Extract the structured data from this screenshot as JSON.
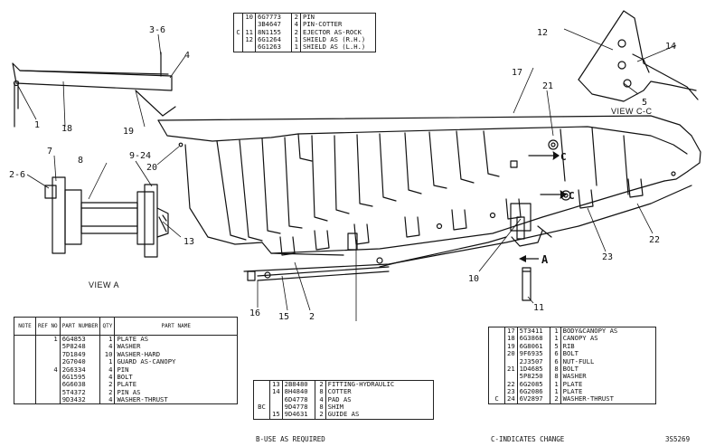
{
  "callouts": {
    "c1": "1",
    "c2": "2",
    "c2_6": "2-6",
    "c3_6": "3-6",
    "c4": "4",
    "c5": "5",
    "c7": "7",
    "c8": "8",
    "c9_24": "9-24",
    "c10": "10",
    "c11": "11",
    "c12": "12",
    "c13": "13",
    "c14": "14",
    "c15": "15",
    "c16": "16",
    "c17": "17",
    "c18": "18",
    "c19": "19",
    "c20": "20",
    "c21": "21",
    "c22": "22",
    "c23": "23",
    "arrow_a": "A",
    "arrow_c_top": "C",
    "arrow_c_bot": "C"
  },
  "views": {
    "view_a": "VIEW A",
    "view_cc": "VIEW C-C"
  },
  "top_table": {
    "rows": [
      {
        "note": "",
        "ref": "10",
        "part": "6G7773",
        "qty": "2",
        "name": "PIN"
      },
      {
        "note": "",
        "ref": "",
        "part": "3B4647",
        "qty": "4",
        "name": "PIN-COTTER"
      },
      {
        "note": "C",
        "ref": "11",
        "part": "8N1155",
        "qty": "2",
        "name": "EJECTOR AS-ROCK"
      },
      {
        "note": "",
        "ref": "12",
        "part": "6G1264",
        "qty": "1",
        "name": "SHIELD AS (R.H.)"
      },
      {
        "note": "",
        "ref": "",
        "part": "6G1263",
        "qty": "1",
        "name": "SHIELD AS (L.H.)"
      }
    ]
  },
  "left_table": {
    "headers": {
      "note": "NOTE",
      "ref": "REF NO",
      "part": "PART NUMBER",
      "qty": "QTY",
      "name": "PART NAME"
    },
    "rows": [
      {
        "note": "",
        "ref": "1",
        "part": "6G4853",
        "qty": "1",
        "name": "PLATE AS"
      },
      {
        "note": "",
        "ref": "",
        "part": "5P8248",
        "qty": "4",
        "name": "WASHER"
      },
      {
        "note": "",
        "ref": "",
        "part": "7D1849",
        "qty": "10",
        "name": "WASHER-HARD"
      },
      {
        "note": "",
        "ref": "",
        "part": "2G7040",
        "qty": "1",
        "name": "GUARD AS-CANOPY"
      },
      {
        "note": "",
        "ref": "4",
        "part": "2G6334",
        "qty": "4",
        "name": "PIN"
      },
      {
        "note": "",
        "ref": "",
        "part": "6G1595",
        "qty": "4",
        "name": "BOLT"
      },
      {
        "note": "",
        "ref": "",
        "part": "6G6038",
        "qty": "2",
        "name": "PLATE"
      },
      {
        "note": "",
        "ref": "",
        "part": "5T4372",
        "qty": "2",
        "name": "PIN AS"
      },
      {
        "note": "",
        "ref": "",
        "part": "9D3432",
        "qty": "4",
        "name": "WASHER-THRUST"
      }
    ]
  },
  "mid_table": {
    "rows": [
      {
        "note": "",
        "ref": "13",
        "part": "2B8480",
        "qty": "2",
        "name": "FITTING-HYDRAULIC"
      },
      {
        "note": "",
        "ref": "14",
        "part": "8H4840",
        "qty": "8",
        "name": "COTTER"
      },
      {
        "note": "",
        "ref": "",
        "part": "6D4778",
        "qty": "4",
        "name": "PAD AS"
      },
      {
        "note": "BC",
        "ref": "",
        "part": "9D4778",
        "qty": "8",
        "name": "SHIM"
      },
      {
        "note": "",
        "ref": "15",
        "part": "9D4631",
        "qty": "2",
        "name": "GUIDE AS"
      }
    ],
    "footnote": "B-USE AS REQUIRED"
  },
  "right_table": {
    "rows": [
      {
        "note": "",
        "ref": "17",
        "part": "5T3411",
        "qty": "1",
        "name": "BODY&CANOPY AS"
      },
      {
        "note": "",
        "ref": "18",
        "part": "6G3868",
        "qty": "1",
        "name": "CANOPY AS"
      },
      {
        "note": "",
        "ref": "19",
        "part": "6G8061",
        "qty": "5",
        "name": "RIB"
      },
      {
        "note": "",
        "ref": "20",
        "part": "9F6935",
        "qty": "6",
        "name": "BOLT"
      },
      {
        "note": "",
        "ref": "",
        "part": "2J3507",
        "qty": "6",
        "name": "NUT-FULL"
      },
      {
        "note": "",
        "ref": "21",
        "part": "1D4685",
        "qty": "8",
        "name": "BOLT"
      },
      {
        "note": "",
        "ref": "",
        "part": "5P8250",
        "qty": "8",
        "name": "WASHER"
      },
      {
        "note": "",
        "ref": "22",
        "part": "6G2085",
        "qty": "1",
        "name": "PLATE"
      },
      {
        "note": "",
        "ref": "23",
        "part": "6G2086",
        "qty": "1",
        "name": "PLATE"
      },
      {
        "note": "C",
        "ref": "24",
        "part": "6V2897",
        "qty": "2",
        "name": "WASHER-THRUST"
      }
    ],
    "footnote": "C-INDICATES CHANGE"
  },
  "drawing_number": "3S5269"
}
